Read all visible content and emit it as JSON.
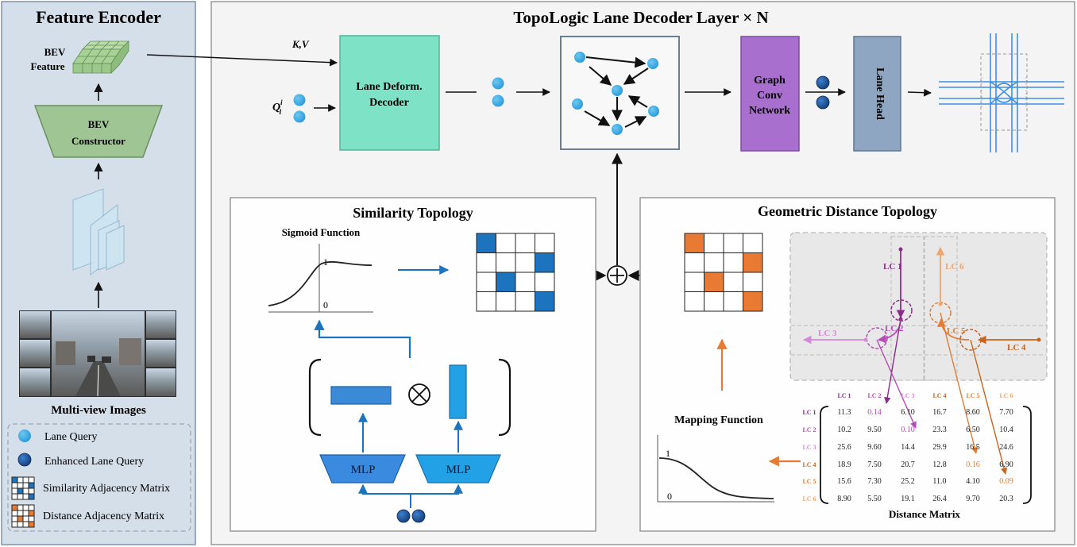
{
  "feature_encoder": {
    "title": "Feature Encoder",
    "bev_feature_line1": "BEV",
    "bev_feature_line2": "Feature",
    "bev_constructor_line1": "BEV",
    "bev_constructor_line2": "Constructor",
    "images_label": "Multi-view Images"
  },
  "legend": {
    "lane_query": "Lane Query",
    "enhanced_lane_query": "Enhanced Lane Query",
    "similarity_matrix": "Similarity Adjacency Matrix",
    "distance_matrix": "Distance Adjacency Matrix"
  },
  "decoder": {
    "title": "TopoLogic Lane Decoder Layer × N",
    "kv_label": "K,V",
    "query_label": "Q",
    "query_sup": "i",
    "query_sub": "l",
    "lane_deform_line1": "Lane Deform.",
    "lane_deform_line2": "Decoder",
    "gcn_line1": "Graph",
    "gcn_line2": "Conv",
    "gcn_line3": "Network",
    "lane_head": "Lane Head",
    "plus_symbol": "⊕"
  },
  "similarity": {
    "title": "Similarity Topology",
    "sigmoid_title": "Sigmoid Function",
    "tick_1": "1",
    "tick_0": "0",
    "mlp_left": "MLP",
    "mlp_right": "MLP",
    "otimes": "⊗"
  },
  "geometric": {
    "title": "Geometric Distance Topology",
    "mapping_title": "Mapping Function",
    "tick_1": "1",
    "tick_0": "0",
    "matrix_title": "Distance Matrix",
    "lc_labels": [
      "LC 1",
      "LC 2",
      "LC 3",
      "LC 4",
      "LC 5",
      "LC 6"
    ],
    "lc_map_labels": {
      "lc1": "LC 1",
      "lc2": "LC 2",
      "lc3": "LC 3",
      "lc4": "LC 4",
      "lc5": "LC 5",
      "lc6": "LC 6"
    },
    "matrix_rows": [
      [
        "11.3",
        "0.14",
        "6.10",
        "16.7",
        "8.60",
        "7.70"
      ],
      [
        "10.2",
        "9.50",
        "0.10",
        "23.3",
        "6.50",
        "10.4"
      ],
      [
        "25.6",
        "9.60",
        "14.4",
        "29.9",
        "16.5",
        "24.6"
      ],
      [
        "18.9",
        "7.50",
        "20.7",
        "12.8",
        "0.16",
        "6.90"
      ],
      [
        "15.6",
        "7.30",
        "25.2",
        "11.0",
        "4.10",
        "0.09"
      ],
      [
        "8.90",
        "5.50",
        "19.1",
        "26.4",
        "9.70",
        "20.3"
      ]
    ]
  },
  "colors": {
    "lane_query": "#3aace6",
    "enhanced_query": "#1f5aa8",
    "decoder_box": "#7de3c7",
    "gcn_box": "#a86fcf",
    "lane_head_box": "#8ea6c2",
    "similarity_blue": "#1b74bd",
    "distance_orange": "#e97a34",
    "lc1": "#8a2d8a",
    "lc2": "#b64bb8",
    "lc3": "#d48ad6",
    "lc4": "#c9631d",
    "lc5": "#e07d36",
    "lc6": "#eea56e"
  }
}
